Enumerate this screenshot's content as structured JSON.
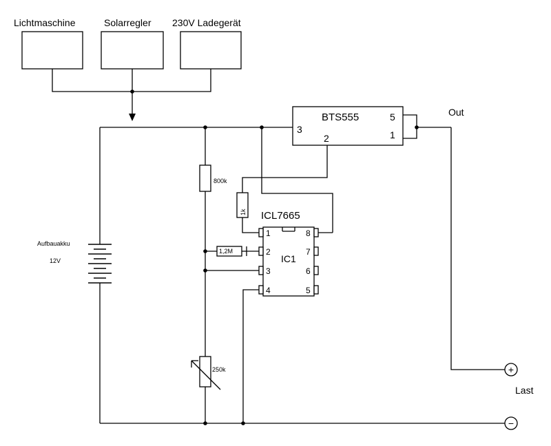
{
  "sources": {
    "alternator": "Lichtmaschine",
    "solar": "Solarregler",
    "charger": "230V Ladegerät"
  },
  "switch_ic": {
    "name": "BTS555",
    "pin_in": "3",
    "pin_ctrl": "2",
    "pin_out_a": "5",
    "pin_out_b": "1"
  },
  "comparator_ic": {
    "part": "ICL7665",
    "ref": "IC1",
    "pins": [
      "1",
      "2",
      "3",
      "4",
      "5",
      "6",
      "7",
      "8"
    ]
  },
  "resistors": {
    "r_top": "800k",
    "r_gate": "1k",
    "r_hyst": "1,2M",
    "r_trim": "250k"
  },
  "battery": {
    "label": "Aufbauakku",
    "voltage": "12V"
  },
  "terminals": {
    "out": "Out",
    "plus": "+",
    "minus": "−",
    "load": "Last"
  }
}
